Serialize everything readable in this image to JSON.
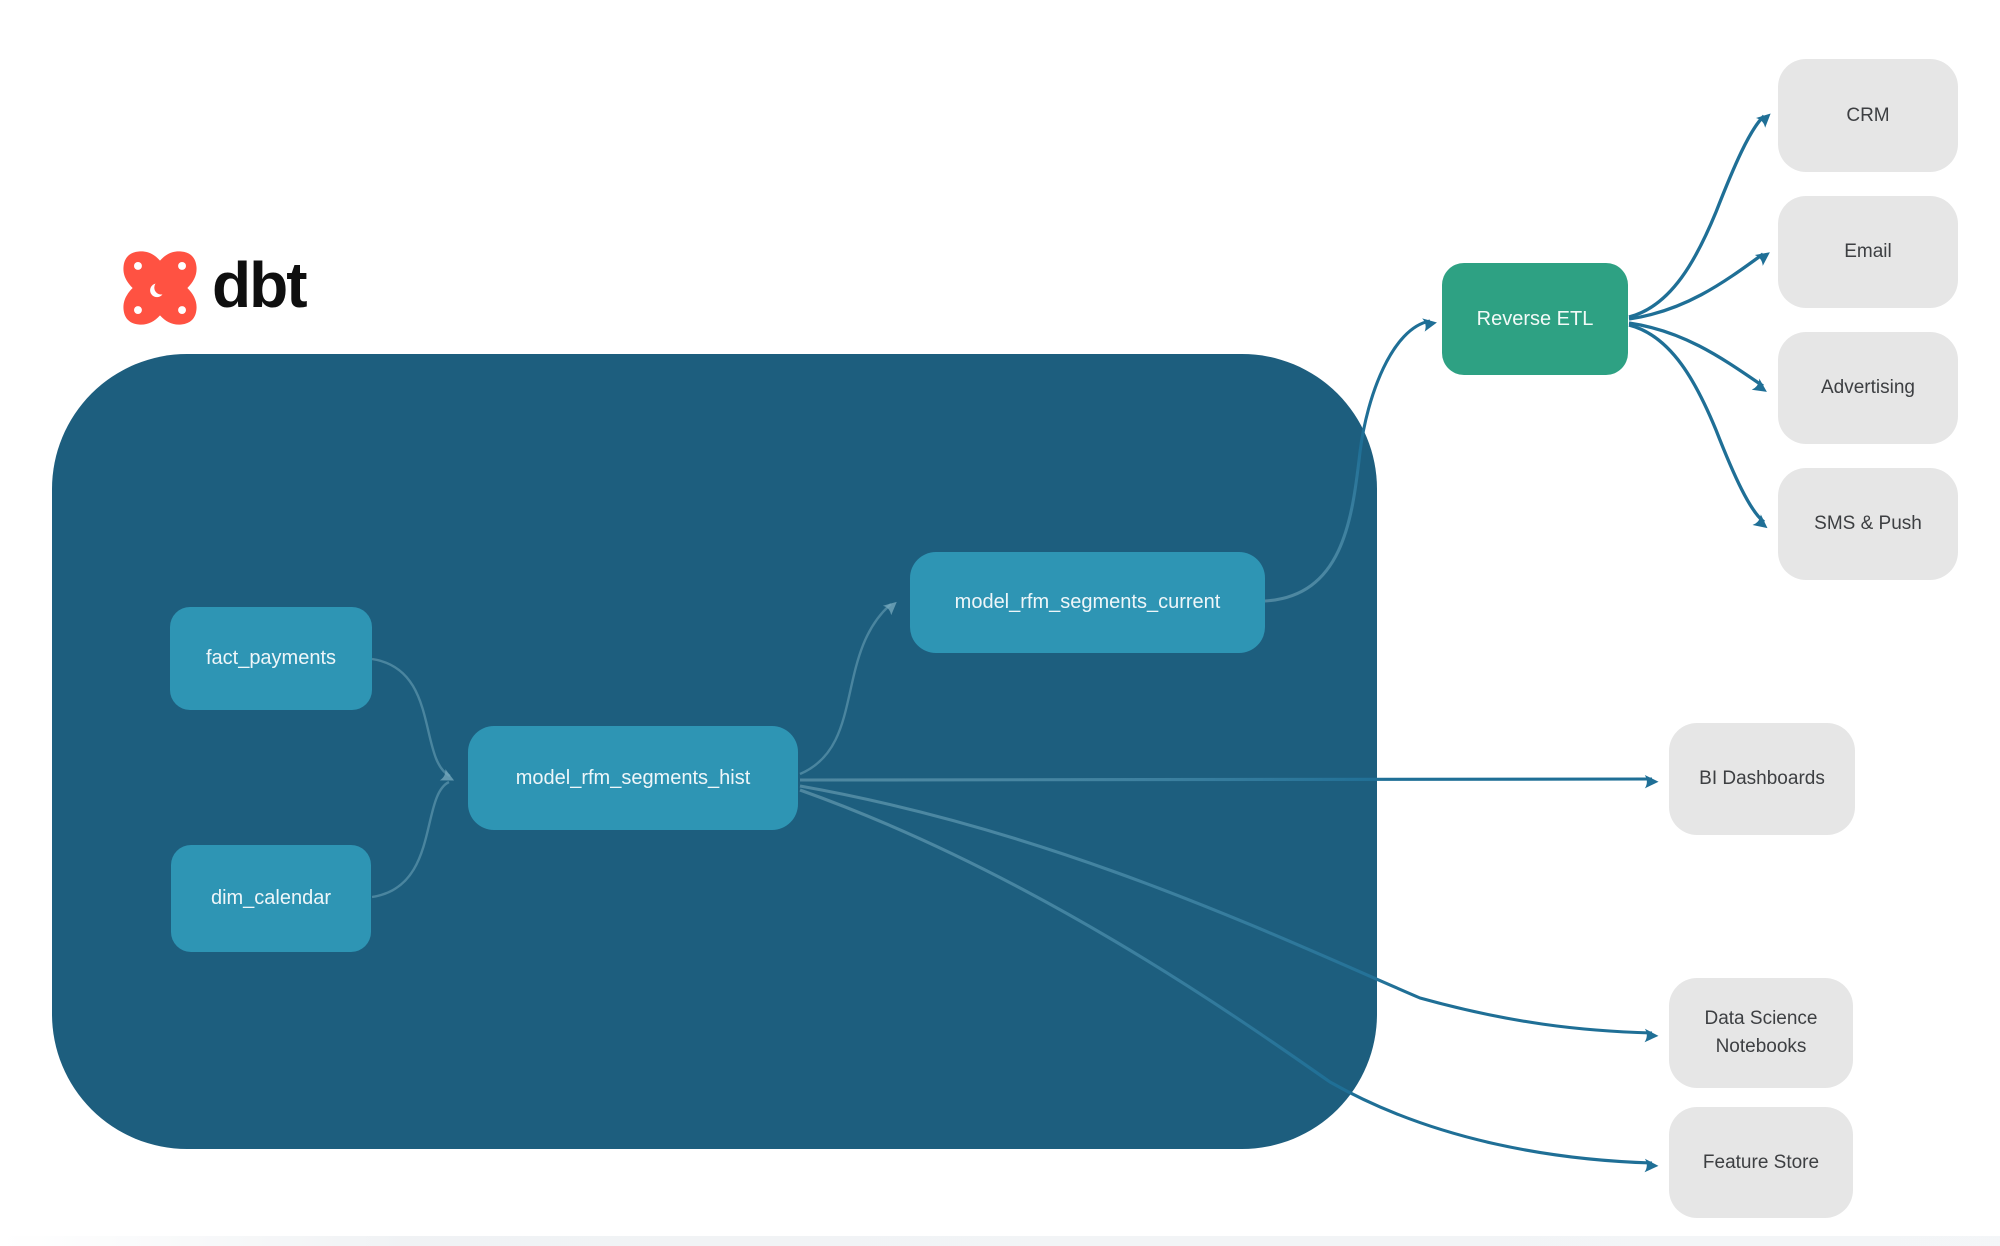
{
  "logo": {
    "text": "dbt"
  },
  "warehouse": {
    "nodes": {
      "fact_payments": "fact_payments",
      "dim_calendar": "dim_calendar",
      "model_rfm_segments_hist": "model_rfm_segments_hist",
      "model_rfm_segments_current": "model_rfm_segments_current"
    }
  },
  "reverse_etl": {
    "label": "Reverse ETL"
  },
  "destinations": {
    "crm": "CRM",
    "email": "Email",
    "advertising": "Advertising",
    "sms_push": "SMS & Push",
    "bi_dashboards": "BI Dashboards",
    "data_science_notebooks": "Data Science Notebooks",
    "feature_store": "Feature Store"
  },
  "colors": {
    "warehouse_bg": "#1d5e7e",
    "model_node": "#2e95b4",
    "reverse_etl": "#2ea183",
    "destination_bg": "#e6e6e6",
    "edge": "#1f6f96",
    "edge_inside": "#6fa6ba",
    "logo_orange": "#ff5242",
    "text_on_dark": "#eef6f9",
    "text_on_gray": "#3d3f42"
  },
  "diagram": {
    "edges": [
      {
        "from": "fact_payments",
        "to": "model_rfm_segments_hist"
      },
      {
        "from": "dim_calendar",
        "to": "model_rfm_segments_hist"
      },
      {
        "from": "model_rfm_segments_hist",
        "to": "model_rfm_segments_current"
      },
      {
        "from": "model_rfm_segments_current",
        "to": "Reverse ETL"
      },
      {
        "from": "Reverse ETL",
        "to": "CRM"
      },
      {
        "from": "Reverse ETL",
        "to": "Email"
      },
      {
        "from": "Reverse ETL",
        "to": "Advertising"
      },
      {
        "from": "Reverse ETL",
        "to": "SMS & Push"
      },
      {
        "from": "model_rfm_segments_hist",
        "to": "BI Dashboards"
      },
      {
        "from": "model_rfm_segments_hist",
        "to": "Data Science Notebooks"
      },
      {
        "from": "model_rfm_segments_hist",
        "to": "Feature Store"
      }
    ]
  }
}
